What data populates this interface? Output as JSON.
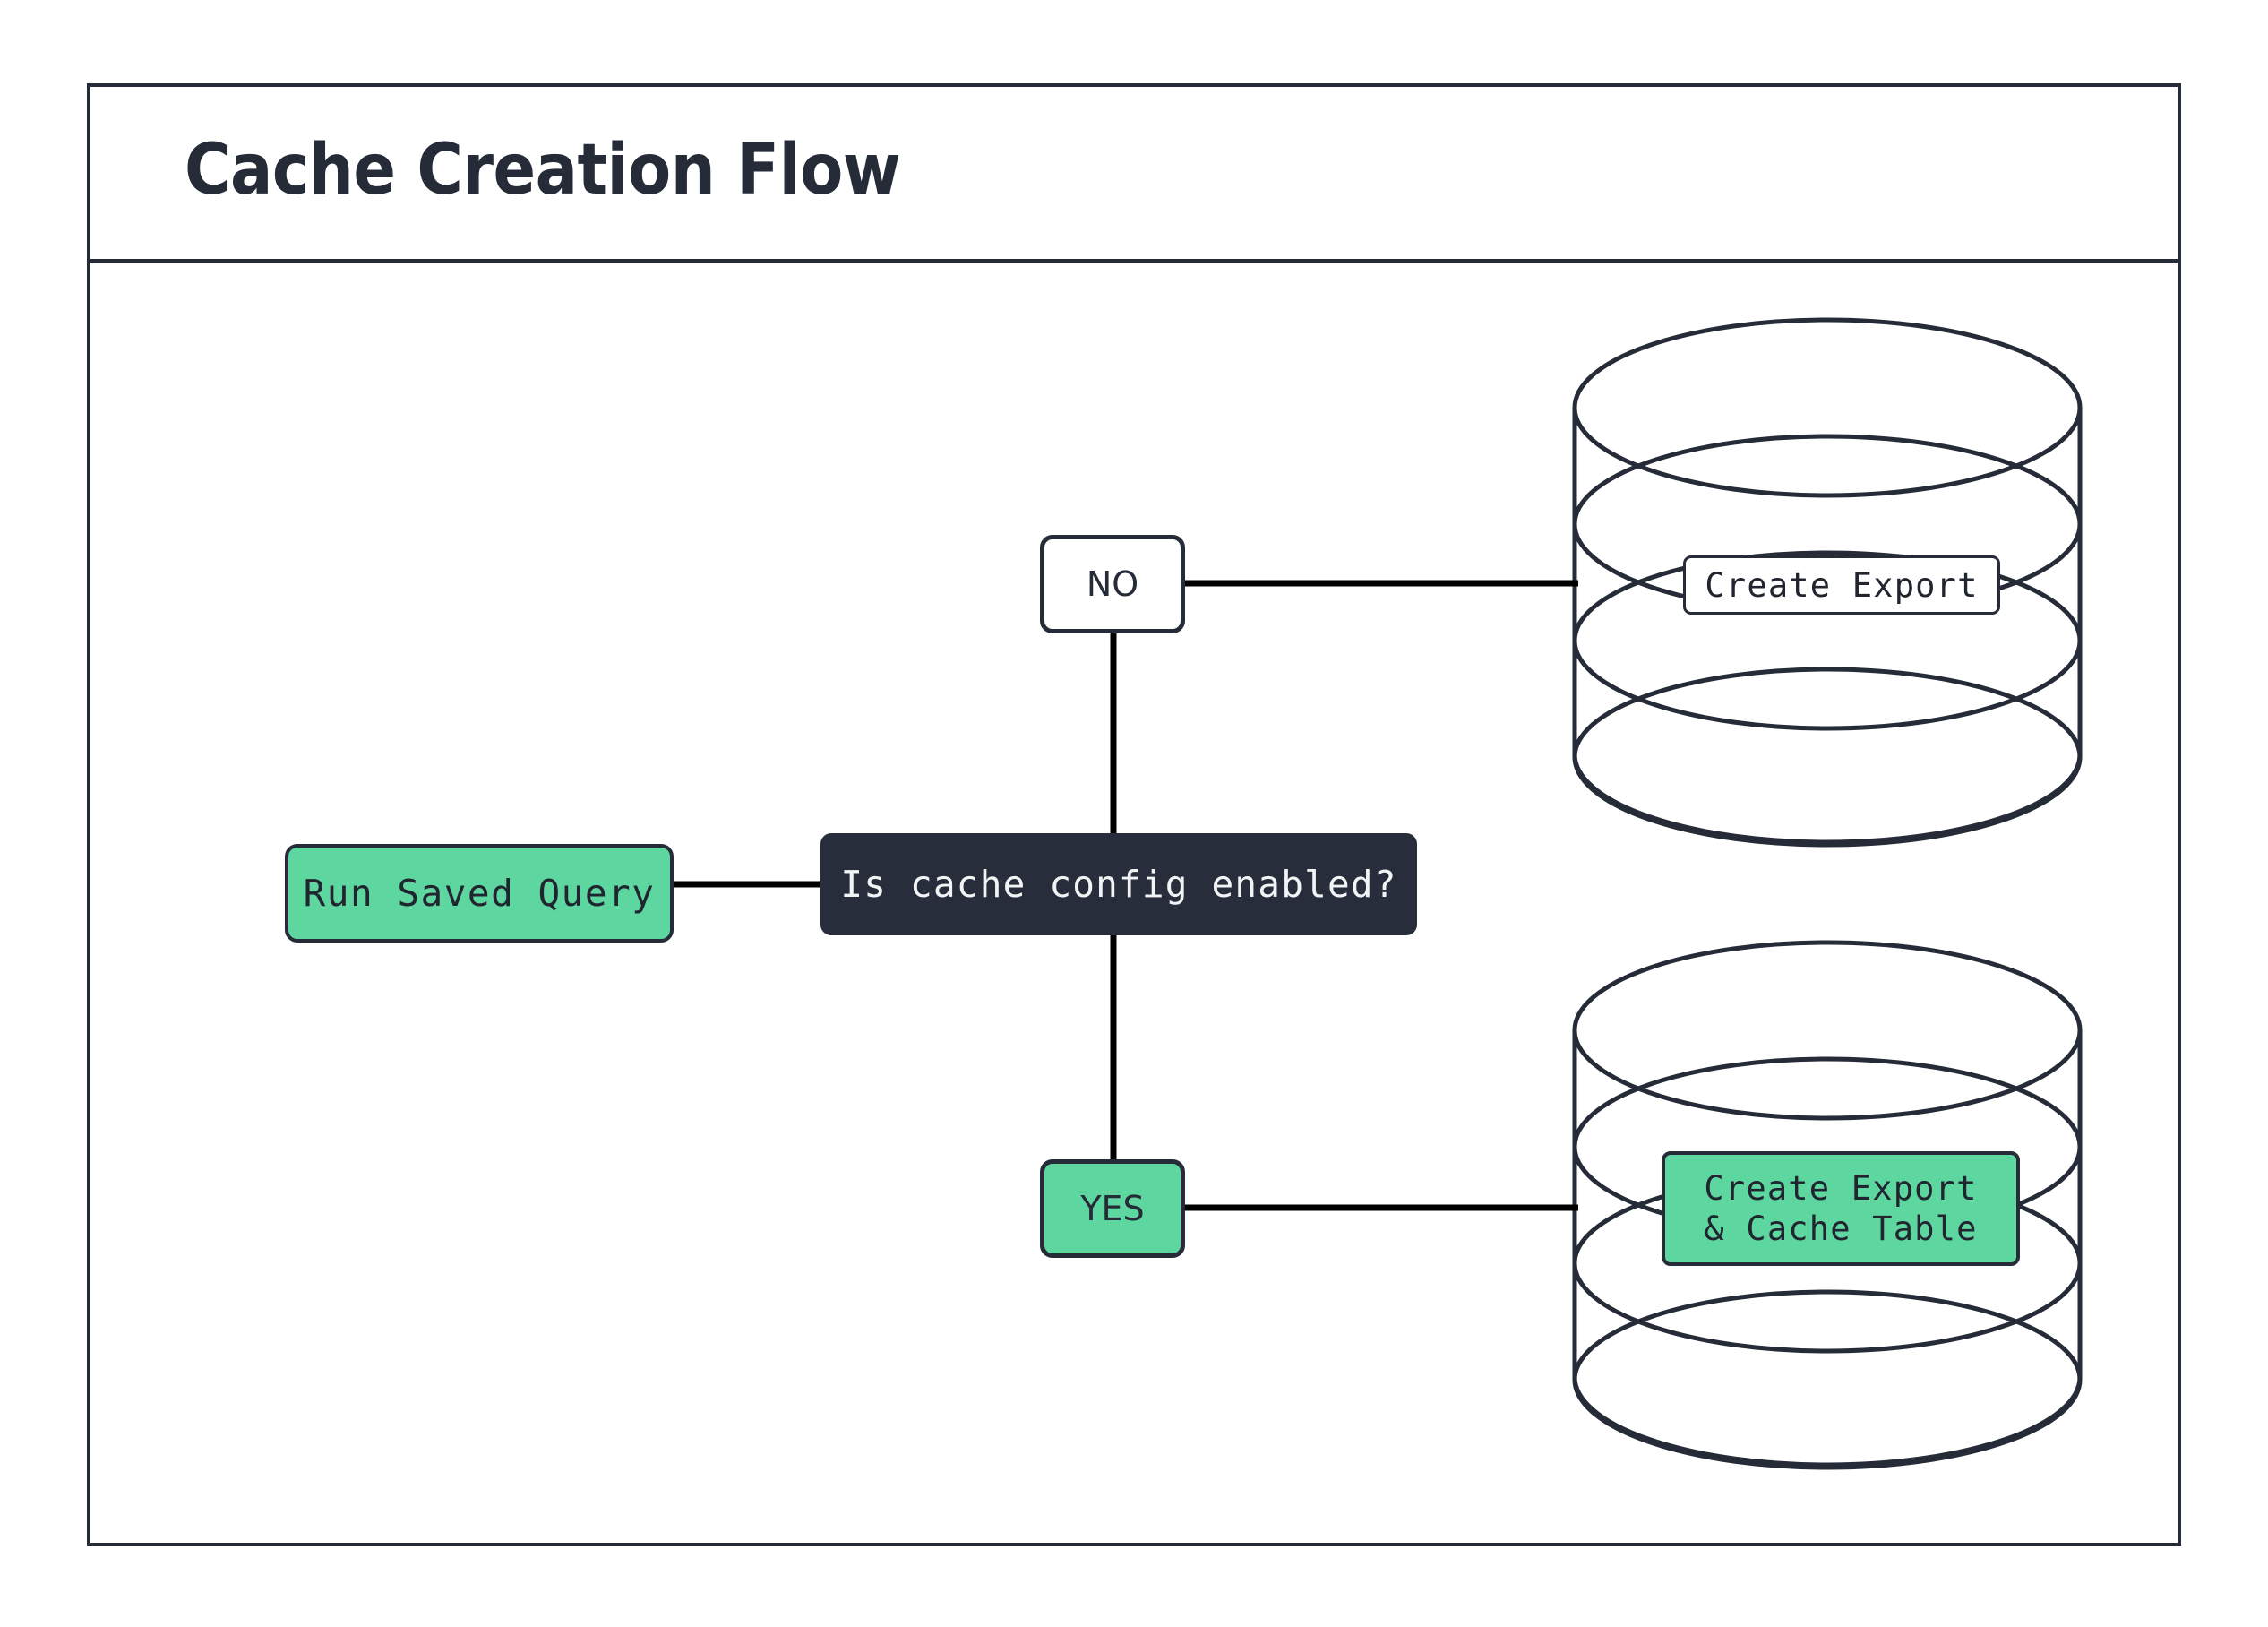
{
  "title": "Cache Creation Flow",
  "theme": {
    "accent_green": "#5ED6A0",
    "dark_navy": "#262B38",
    "decision_fill": "#282D3B",
    "decision_text": "#F2F3F5",
    "background": "#FFFFFF",
    "connector": "#000000"
  },
  "diagram": {
    "type": "flowchart",
    "nodes": {
      "run_query": {
        "label": "Run Saved Query",
        "shape": "rounded-rect",
        "fill": "#5ED6A0"
      },
      "decision": {
        "label": "Is cache config enabled?",
        "shape": "rounded-rect",
        "fill": "#282D3B"
      },
      "branch_no": {
        "label": "NO",
        "shape": "rounded-rect",
        "fill": "#FFFFFF"
      },
      "branch_yes": {
        "label": "YES",
        "shape": "rounded-rect",
        "fill": "#5ED6A0"
      },
      "db_top": {
        "label": "Create Export",
        "shape": "database-cylinder",
        "fill": "#FFFFFF"
      },
      "db_bottom": {
        "label_line1": "Create Export",
        "label_line2": "& Cache Table",
        "shape": "database-cylinder",
        "fill": "#5ED6A0"
      }
    },
    "edges": [
      {
        "from": "run_query",
        "to": "decision",
        "label": ""
      },
      {
        "from": "decision",
        "to": "branch_no",
        "label": "NO"
      },
      {
        "from": "decision",
        "to": "branch_yes",
        "label": "YES"
      },
      {
        "from": "branch_no",
        "to": "db_top",
        "label": ""
      },
      {
        "from": "branch_yes",
        "to": "db_bottom",
        "label": ""
      }
    ]
  }
}
